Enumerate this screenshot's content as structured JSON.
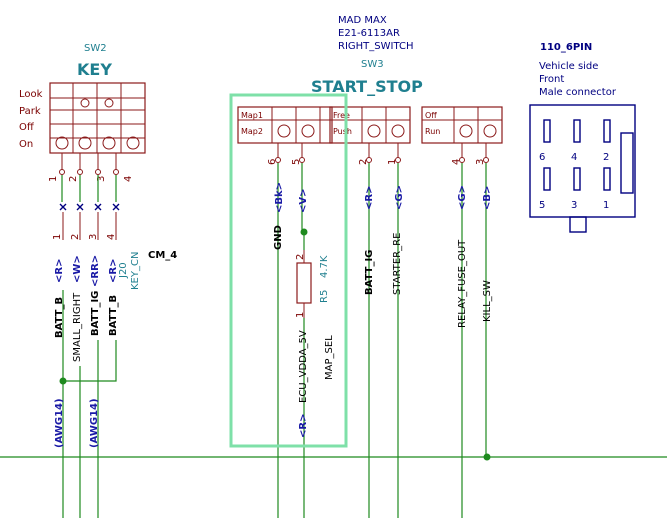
{
  "header": {
    "line1": "MAD MAX",
    "line2": "E21-6113AR",
    "line3": "RIGHT_SWITCH"
  },
  "key_switch": {
    "ref": "SW2",
    "value": "KEY",
    "positions": [
      "Look",
      "Park",
      "Off",
      "On"
    ],
    "pins": [
      "1",
      "2",
      "3",
      "4"
    ]
  },
  "start_stop": {
    "ref": "SW3",
    "value": "START_STOP",
    "sections": [
      {
        "top": "Map1",
        "bottom": "Map2",
        "pins": [
          "6",
          "5"
        ]
      },
      {
        "top": "Free",
        "bottom": "Push",
        "pins": [
          "2",
          "1"
        ]
      },
      {
        "top": "Off",
        "bottom": "Run",
        "pins": [
          "4",
          "3"
        ]
      }
    ]
  },
  "connector": {
    "value": "110_6PIN",
    "desc1": "Vehicle side",
    "desc2": "Front",
    "desc3": "Male connector",
    "pins_top": [
      "6",
      "4",
      "2"
    ],
    "pins_bottom": [
      "5",
      "3",
      "1"
    ]
  },
  "j20": {
    "ref": "J20",
    "value": "KEY_CN",
    "cm": "CM_4",
    "pins": [
      "1",
      "2",
      "3",
      "4"
    ]
  },
  "resistor": {
    "ref": "R5",
    "value": "4.7K",
    "pin_top": "2",
    "pin_bottom": "1"
  },
  "nets": {
    "batt_b_1": "BATT_B",
    "small_right": "SMALL_RIGHT",
    "batt_ig": "BATT_IG",
    "batt_b_2": "BATT_B",
    "gnd": "GND",
    "ecu_vdda": "ECU_VDDA_5V",
    "map_sel": "MAP_SEL",
    "batt_ig2": "BATT_IG",
    "starter_re": "STARTER_RE",
    "relay_fuse": "RELAY_FUSE_OUT",
    "kill_sw": "KILL_SW"
  },
  "wire_colors": {
    "c1": "<R>",
    "c2": "<W>",
    "c3": "<RR>",
    "c4": "<R>",
    "bk": "<Bk>",
    "v": "<V>",
    "r2": "<R>",
    "g": "<G>",
    "g2": "<G>",
    "b": "<B>",
    "r3": "<R>"
  },
  "gauge": {
    "a1": "(AWG14)",
    "a2": "(AWG14)"
  }
}
